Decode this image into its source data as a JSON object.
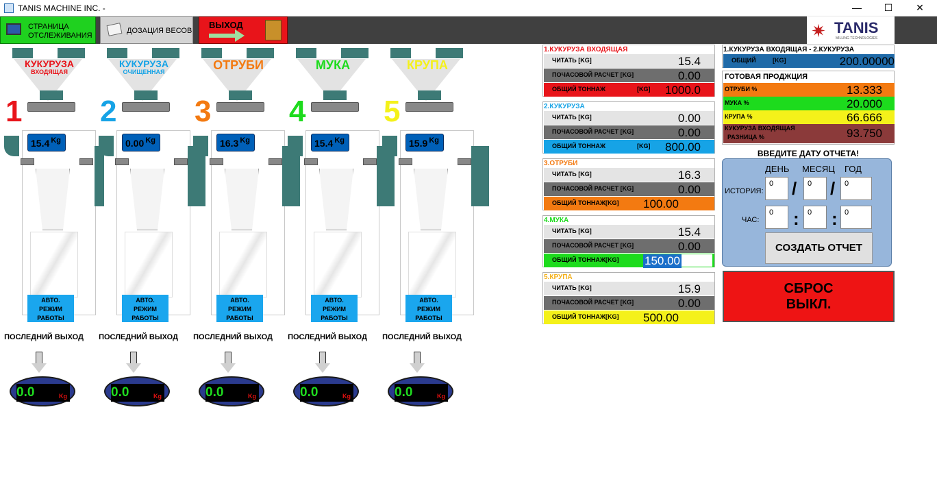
{
  "window": {
    "title": "TANIS MACHINE INC. -",
    "min": "—",
    "max": "☐",
    "close": "✕"
  },
  "toolbar": {
    "tracking_line1": "СТРАНИЦА",
    "tracking_line2": "ОТСЛЕЖИВАНИЯ",
    "dosing": "ДОЗАЦИЯ ВЕСОВ",
    "exit": "ВЫХОД",
    "logo_text": "TANIS",
    "logo_sub": "MILLING TECHNOLOGIES"
  },
  "columns": [
    {
      "num": "1",
      "name": "КУКУРУЗА",
      "sub": "ВХОДЯЩАЯ",
      "color": "#e8141a",
      "scale": "15.4",
      "unit": "Kg",
      "auto": [
        "АВТО.",
        "РЕЖИМ",
        "РАБОТЫ"
      ],
      "last_label": "ПОСЛЕДНИЙ ВЫХОД",
      "last_value": "0.0",
      "last_unit": "Kg"
    },
    {
      "num": "2",
      "name": "КУКУРУЗА",
      "sub": "ОЧИЩЕННАЯ",
      "color": "#16a3e6",
      "scale": "0.00",
      "unit": "Kg",
      "auto": [
        "АВТО.",
        "РЕЖИМ",
        "РАБОТЫ"
      ],
      "last_label": "ПОСЛЕДНИЙ ВЫХОД",
      "last_value": "0.0",
      "last_unit": "Kg"
    },
    {
      "num": "3",
      "name": "ОТРУБИ",
      "sub": "",
      "color": "#f37a11",
      "scale": "16.3",
      "unit": "Kg",
      "auto": [
        "АВТО.",
        "РЕЖИМ",
        "РАБОТЫ"
      ],
      "last_label": "ПОСЛЕДНИЙ ВЫХОД",
      "last_value": "0.0",
      "last_unit": "Kg"
    },
    {
      "num": "4",
      "name": "МУКА",
      "sub": "",
      "color": "#1ddb1d",
      "scale": "15.4",
      "unit": "Kg",
      "auto": [
        "АВТО.",
        "РЕЖИМ",
        "РАБОТЫ"
      ],
      "last_label": "ПОСЛЕДНИЙ ВЫХОД",
      "last_value": "0.0",
      "last_unit": "Kg"
    },
    {
      "num": "5",
      "name": "КРУПА",
      "sub": "",
      "color": "#f4f11a",
      "scale": "15.9",
      "unit": "Kg",
      "auto": [
        "АВТО.",
        "РЕЖИМ",
        "РАБОТЫ"
      ],
      "last_label": "ПОСЛЕДНИЙ ВЫХОД",
      "last_value": "0.0",
      "last_unit": "Kg"
    }
  ],
  "panels": [
    {
      "title": "1.КУКУРУЗА ВХОДЯЩАЯ",
      "title_color": "#e8141a",
      "read_label": "ЧИТАТЬ [KG]",
      "read": "15.4",
      "hourly_label": "ПОЧАСОВОЙ РАСЧЕТ [KG]",
      "hourly": "0.00",
      "total_label": "ОБЩИЙ ТОННАЖ",
      "total_unit": "[KG]",
      "total": "1000.0",
      "total_color": "#e8141a"
    },
    {
      "title": "2.КУКУРУЗА",
      "title_color": "#16a3e6",
      "read_label": "ЧИТАТЬ [KG]",
      "read": "0.00",
      "hourly_label": "ПОЧАСОВОЙ РАСЧЕТ [KG]",
      "hourly": "0.00",
      "total_label": "ОБЩИЙ ТОННАЖ",
      "total_unit": "[KG]",
      "total": "800.00",
      "total_color": "#16a3e6"
    },
    {
      "title": "3.ОТРУБИ",
      "title_color": "#f37a11",
      "read_label": "ЧИТАТЬ [KG]",
      "read": "16.3",
      "hourly_label": "ПОЧАСОВОЙ РАСЧЕТ [KG]",
      "hourly": "0.00",
      "total_label": "ОБЩИЙ ТОННАЖ[KG]",
      "total_unit": "",
      "total": "100.00",
      "total_color": "#f37a11"
    },
    {
      "title": "4.МУКА",
      "title_color": "#1ddb1d",
      "read_label": "ЧИТАТЬ [KG]",
      "read": "15.4",
      "hourly_label": "ПОЧАСОВОЙ РАСЧЕТ [KG]",
      "hourly": "0.00",
      "total_label": "ОБЩИЙ ТОННАЖ[KG]",
      "total_unit": "",
      "total": "150.00",
      "total_color": "#1ddb1d"
    },
    {
      "title": "5.КРУПА",
      "title_color": "#f4b01a",
      "read_label": "ЧИТАТЬ [KG]",
      "read": "15.9",
      "hourly_label": "ПОЧАСОВОЙ РАСЧЕТ [KG]",
      "hourly": "0.00",
      "total_label": "ОБЩИЙ ТОННАЖ[KG]",
      "total_unit": "",
      "total": "500.00",
      "total_color": "#f4f11a"
    }
  ],
  "diff": {
    "title": "1.КУКУРУЗА ВХОДЯЩАЯ - 2.КУКУРУЗА",
    "label": "ОБЩИЙ",
    "unit": "[KG]",
    "value": "200.00000"
  },
  "finished": {
    "title": "ГОТОВАЯ ПРОДЖЦИЯ",
    "rows": [
      {
        "label": "ОТРУБИ %",
        "value": "13.333",
        "color": "#f37a11"
      },
      {
        "label": "МУКА %",
        "value": "20.000",
        "color": "#1ddb1d"
      },
      {
        "label": "КРУПА %",
        "value": "66.666",
        "color": "#f4f11a"
      },
      {
        "label": "КУКУРУЗА ВХОДЯЩАЯ",
        "label2": "РАЗНИЦА %",
        "value": "93.750",
        "color": "#8b3a3a"
      }
    ]
  },
  "report": {
    "heading": "ВВЕДИТЕ ДАТУ ОТЧЕТА!",
    "day": "ДЕНЬ",
    "month": "МЕСЯЦ",
    "year": "ГОД",
    "history": "ИСТОРИЯ:",
    "hour": "ЧАС:",
    "history_values": [
      "0",
      "0",
      "0"
    ],
    "hour_values": [
      "0",
      "0",
      "0"
    ],
    "create": "СОЗДАТЬ ОТЧЕТ"
  },
  "reset": {
    "line1": "СБРОС",
    "line2": "ВЫКЛ."
  }
}
